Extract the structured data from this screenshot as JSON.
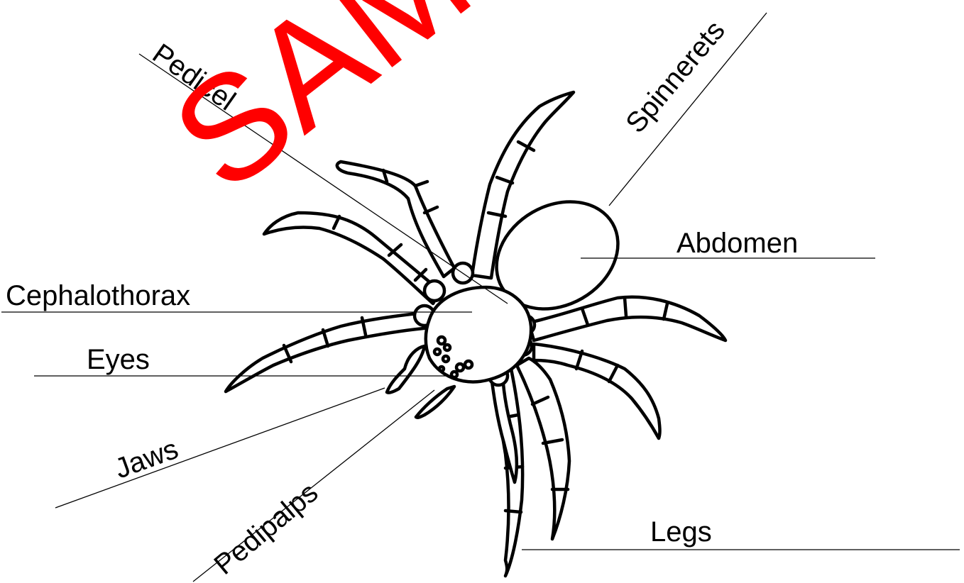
{
  "labels": {
    "pedicel": "Pedicel",
    "spinnerets": "Spinnerets",
    "abdomen": "Abdomen",
    "cephalothorax": "Cephalothorax",
    "eyes": "Eyes",
    "jaws": "Jaws",
    "pedipalps": "Pedipalps",
    "legs": "Legs"
  },
  "watermark": {
    "text": "SAMPLE",
    "color": "#ff0000"
  },
  "colors": {
    "background": "#ffffff",
    "ink": "#000000"
  }
}
